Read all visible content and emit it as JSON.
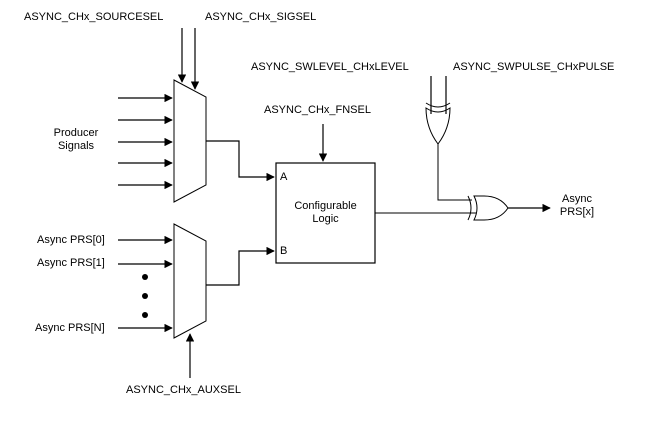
{
  "signals": {
    "sourcesel": "ASYNC_CHx_SOURCESEL",
    "sigsel": "ASYNC_CHx_SIGSEL",
    "fnsel": "ASYNC_CHx_FNSEL",
    "swlevel": "ASYNC_SWLEVEL_CHxLEVEL",
    "swpulse": "ASYNC_SWPULSE_CHxPULSE",
    "auxsel": "ASYNC_CHx_AUXSEL"
  },
  "producer": {
    "line1": "Producer",
    "line2": "Signals"
  },
  "async_inputs": [
    "Async PRS[0]",
    "Async PRS[1]",
    "Async PRS[N]"
  ],
  "logic": {
    "line1": "Configurable",
    "line2": "Logic",
    "port_a": "A",
    "port_b": "B"
  },
  "output": {
    "line1": "Async",
    "line2": "PRS[x]"
  },
  "colors": {
    "stroke": "#000000",
    "background": "#ffffff"
  }
}
